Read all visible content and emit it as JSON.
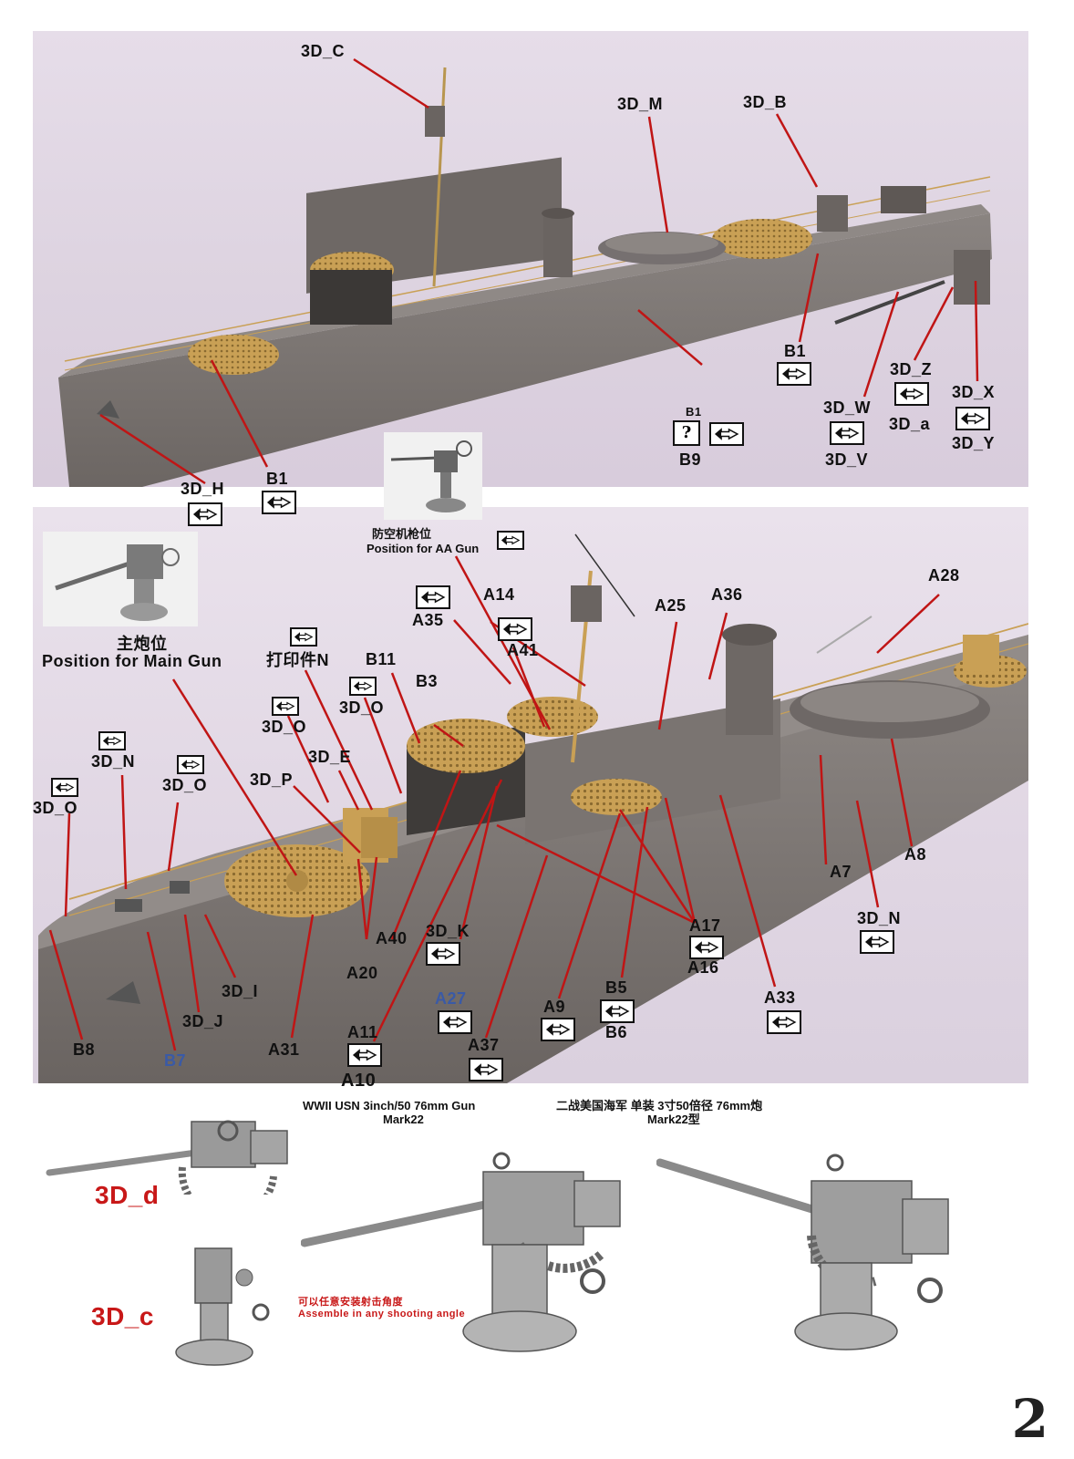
{
  "photo1": {
    "labels": {
      "c": "3D_C",
      "m": "3D_M",
      "b": "3D_B",
      "h": "3D_H",
      "b1a": "B1",
      "b1b": "B1",
      "b1small": "B1",
      "b9": "B9",
      "w": "3D_W",
      "v": "3D_V",
      "z": "3D_Z",
      "a": "3D_a",
      "x": "3D_X",
      "y": "3D_Y",
      "question": "?"
    }
  },
  "photo2": {
    "aa_gun_caption_cn": "防空机枪位",
    "aa_gun_caption_en": "Position for AA Gun",
    "main_gun_caption_cn": "主炮位",
    "main_gun_caption_en": "Position for Main Gun",
    "labels": {
      "a14": "A14",
      "a35": "A35",
      "a41": "A41",
      "a25": "A25",
      "a36": "A36",
      "a28": "A28",
      "printN": "打印件N",
      "b11": "B11",
      "b3": "B3",
      "o1": "3D_O",
      "o2": "3D_O",
      "o3": "3D_O",
      "o4": "3D_O",
      "n1": "3D_N",
      "e": "3D_E",
      "p": "3D_P",
      "a7": "A7",
      "a8": "A8",
      "n2": "3D_N",
      "a17": "A17",
      "a16": "A16",
      "a40": "A40",
      "k": "3D_K",
      "a20": "A20",
      "i": "3D_I",
      "j": "3D_J",
      "b8": "B8",
      "b7": "B7",
      "a31": "A31",
      "a11": "A11",
      "a10": "A10",
      "a27": "A27",
      "a37": "A37",
      "a9": "A9",
      "b5": "B5",
      "b6": "B6",
      "a33": "A33"
    }
  },
  "gun_section": {
    "title_en": "WWII USN 3inch/50 76mm Gun",
    "subtitle_en": "Mark22",
    "title_cn": "二战美国海军 单装 3寸50倍径 76mm炮",
    "subtitle_cn": "Mark22型",
    "label_d": "3D_d",
    "label_c": "3D_c",
    "note_cn": "可以任意安装射击角度",
    "note_en": "Assemble in any shooting angle"
  },
  "page_number": "2",
  "colors": {
    "leader_line": "#c01515",
    "hull": "#7a7471",
    "deck": "#88827f",
    "brass": "#c9a055",
    "gun_grey": "#8c8c8c",
    "background_photo": "#e2d9e5"
  },
  "icons": [
    "double-arrow-icon",
    "question-icon"
  ]
}
